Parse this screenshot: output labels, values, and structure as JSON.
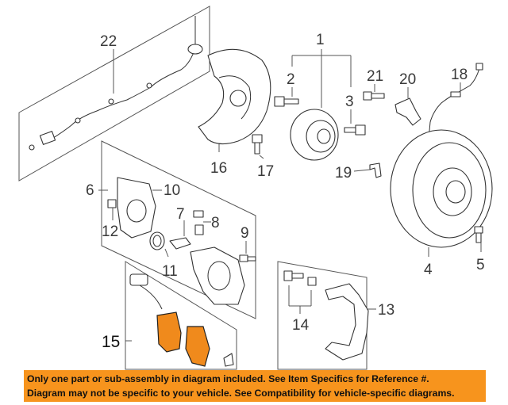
{
  "callouts": {
    "c1": "1",
    "c2": "2",
    "c3": "3",
    "c4": "4",
    "c5": "5",
    "c6": "6",
    "c7": "7",
    "c8": "8",
    "c9": "9",
    "c10": "10",
    "c11": "11",
    "c12": "12",
    "c13": "13",
    "c14": "14",
    "c15": "15",
    "c16": "16",
    "c17": "17",
    "c18": "18",
    "c19": "19",
    "c20": "20",
    "c21": "21",
    "c22": "22"
  },
  "disclaimer": {
    "line1": "Only one part or sub-assembly in diagram included. See Item Specifics for Reference #.",
    "line2": "Diagram may not be specific to your vehicle. See Compatibility for vehicle-specific diagrams."
  },
  "colors": {
    "highlight": "#f7941d",
    "pad": "#f08a1c"
  }
}
